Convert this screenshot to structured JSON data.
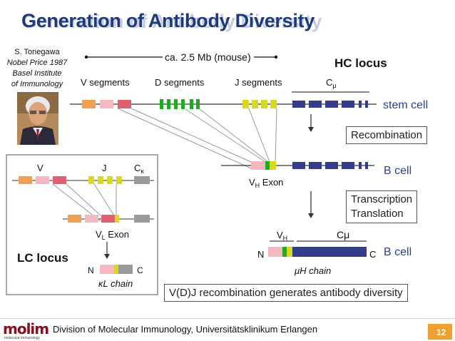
{
  "title": "Generation of Antibody Diversity",
  "credit": {
    "name": "S. Tonegawa",
    "award": "Nobel Price 1987",
    "institute_line1": "Basel Institute",
    "institute_line2": "of Immunology"
  },
  "hc": {
    "scale_label": "ca. 2.5 Mb (mouse)",
    "locus_label": "HC locus",
    "v_label": "V segments",
    "d_label": "D segments",
    "j_label": "J segments",
    "c_label": "C",
    "c_sub": "μ",
    "stem_cell": "stem cell",
    "recombination": "Recombination",
    "exon_label": "V",
    "exon_sub": "H",
    "exon_suffix": " Exon",
    "b_cell": "B cell",
    "transcription": "Transcription",
    "translation": "Translation",
    "chain_vh": "V",
    "chain_vh_sub": "H",
    "chain_c": "Cμ",
    "chain_n": "N",
    "chain_cterm": "C",
    "b_cell2": "B cell",
    "chain_label": "μH chain"
  },
  "lc": {
    "v_label": "V",
    "j_label": "J",
    "c_label": "C",
    "c_sub": "κ",
    "exon_label": "V",
    "exon_sub": "L",
    "exon_suffix": " Exon",
    "locus_label": "LC locus",
    "n_label": "N",
    "c_term": "C",
    "chain_label": "κL chain"
  },
  "conclusion": "V(D)J recombination generates antibody diversity",
  "footer": {
    "logo": "molim",
    "logo_sub": "molecular immunology",
    "text": "Division of Molecular Immunology, Universitätsklinikum Erlangen",
    "page": "12"
  },
  "colors": {
    "title": "#1f3a7a",
    "v_orange": "#f0a050",
    "v_pink": "#f4b8c0",
    "v_red": "#e06070",
    "d_green": "#22aa22",
    "j_yellow": "#d8d820",
    "c_navy": "#353d8a",
    "c_gray": "#9a9a9a",
    "cell_label": "#2b3f9a",
    "badge": "#f0a030"
  }
}
